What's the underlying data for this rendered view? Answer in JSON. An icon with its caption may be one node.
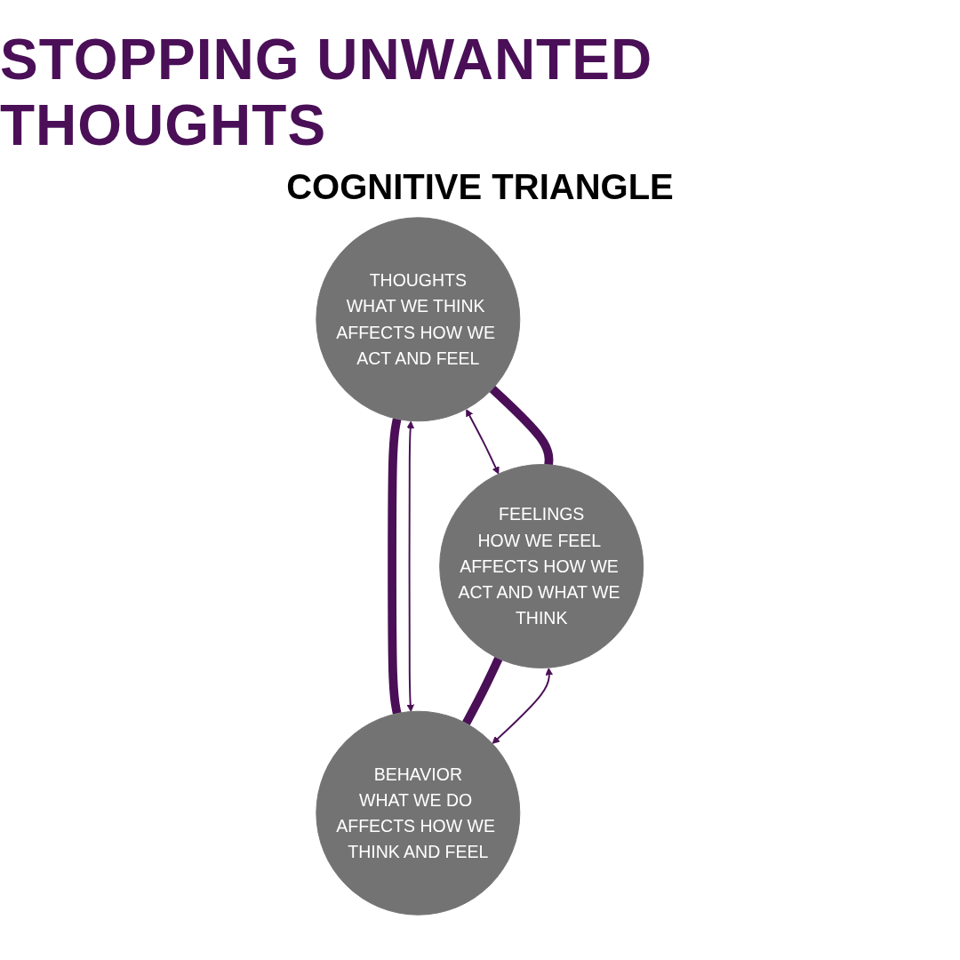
{
  "diagram": {
    "title": "STOPPING UNWANTED THOUGHTS",
    "nodes": [
      {
        "text": [
          "THOUGHTS",
          "WHAT WE THINK AFFECTS HOW WE ACT AND FEEL"
        ]
      },
      {
        "text": [
          "FEELINGS",
          "HOW WE FEEL AFFECTS HOW WE ACT AND WHAT WE THINK"
        ]
      },
      {
        "text": [
          "BEHAVIOR",
          "WHAT WE DO AFFECTS HOW WE THINK AND FEEL"
        ]
      }
    ],
    "edges": [
      {
        "from": 0,
        "to": 1,
        "arrow": "both"
      },
      {
        "from": 0,
        "to": 1,
        "arrow": "none",
        "style": "thick"
      },
      {
        "from": 0,
        "to": 2,
        "arrow": "none",
        "style": "thick"
      },
      {
        "from": 0,
        "to": 2,
        "arrow": "both"
      },
      {
        "from": 1,
        "to": 2,
        "arrow": "none",
        "style": "thick"
      },
      {
        "from": 1,
        "to": 2,
        "arrow": "both"
      }
    ],
    "labels": [
      "COGNITIVE TRIANGLE"
    ]
  }
}
